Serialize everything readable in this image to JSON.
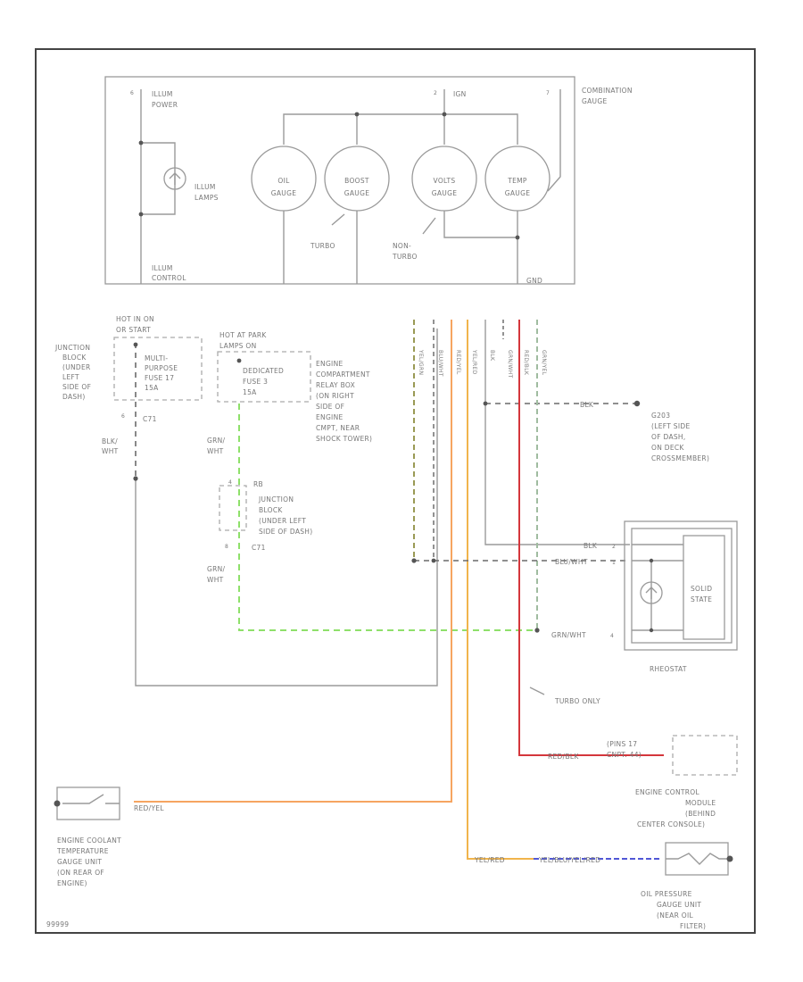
{
  "combination_gauge": {
    "title": [
      "COMBINATION",
      "GAUGE"
    ],
    "pin_illum_power": "6",
    "illum_power": [
      "ILLUM",
      "POWER"
    ],
    "pin_ign": "2",
    "ign": "IGN",
    "pin_7": "7",
    "illum_lamps": [
      "ILLUM",
      "LAMPS"
    ],
    "illum_control": [
      "ILLUM",
      "CONTROL"
    ],
    "gnd": "GND",
    "gauges": [
      {
        "name": [
          "OIL",
          "GAUGE"
        ]
      },
      {
        "name": [
          "BOOST",
          "GAUGE"
        ]
      },
      {
        "name": [
          "VOLTS",
          "GAUGE"
        ]
      },
      {
        "name": [
          "TEMP",
          "GAUGE"
        ]
      }
    ],
    "boost_note": "TURBO",
    "volts_note": [
      "NON-",
      "TURBO"
    ]
  },
  "junction_block_1": {
    "hot_label": [
      "HOT IN ON",
      "OR START"
    ],
    "fuse": [
      "MULTI-",
      "PURPOSE",
      "FUSE 17",
      "15A"
    ],
    "location": [
      "JUNCTION",
      "BLOCK",
      "(UNDER",
      "LEFT",
      "SIDE OF",
      "DASH)"
    ],
    "connector": "C71",
    "pin": "6",
    "wire": [
      "BLK/",
      "WHT"
    ]
  },
  "relay_box": {
    "hot_label": [
      "HOT AT PARK",
      "LAMPS ON"
    ],
    "fuse": [
      "DEDICATED",
      "FUSE 3",
      "15A"
    ],
    "location": [
      "ENGINE",
      "COMPARTMENT",
      "RELAY BOX",
      "(ON RIGHT",
      "SIDE OF",
      "ENGINE",
      "CMPT, NEAR",
      "SHOCK TOWER)"
    ],
    "wire": [
      "GRN/",
      "WHT"
    ]
  },
  "junction_block_2": {
    "rb": "RB",
    "pin_top": "4",
    "location": [
      "JUNCTION",
      "BLOCK",
      "(UNDER LEFT",
      "SIDE OF DASH)"
    ],
    "pin_bottom": "8",
    "connector": "C71",
    "wire": [
      "GRN/",
      "WHT"
    ]
  },
  "wire_colors": [
    "YEL/GRN",
    "BLU/WHT",
    "RED/YEL",
    "YEL/RED",
    "BLK",
    "GRN/WHT",
    "RED/BLK",
    "GRN/YEL"
  ],
  "ground": {
    "wire": "BLK",
    "id": "G203",
    "location": [
      "(LEFT SIDE",
      "OF DASH,",
      "ON DECK",
      "CROSSMEMBER)"
    ]
  },
  "rheostat": {
    "label": "RHEOSTAT",
    "wire1": "BLK",
    "pin1": "2",
    "wire2": "BLU/WHT",
    "pin2": "1",
    "wire3": "GRN/WHT",
    "pin3": "4",
    "solid_state": [
      "SOLID",
      "STATE"
    ]
  },
  "turbo_only": "TURBO ONLY",
  "ecm": {
    "wire": "RED/BLK",
    "pin_label": [
      "(PINS 17",
      "CNPT. 44)"
    ],
    "label": [
      "ENGINE CONTROL",
      "MODULE",
      "(BEHIND",
      "CENTER CONSOLE)"
    ]
  },
  "coolant": {
    "wire": "RED/YEL",
    "label": [
      "ENGINE COOLANT",
      "TEMPERATURE",
      "GAUGE UNIT",
      "(ON REAR OF",
      "ENGINE)"
    ]
  },
  "oil_pressure": {
    "wire1": "YEL/RED",
    "wire2": "YEL/BLU/YEL/RED",
    "label": [
      "OIL PRESSURE",
      "GAUGE UNIT",
      "(NEAR OIL",
      "FILTER)"
    ]
  },
  "diagram_id": "99999",
  "colors": {
    "green": "#8ee06a",
    "olive": "#9a9a55",
    "orange": "#f6a561",
    "red": "#d4363c",
    "yellow_orange": "#f1b44c",
    "blue": "#5057d6",
    "grey_green": "#a0bca0"
  }
}
